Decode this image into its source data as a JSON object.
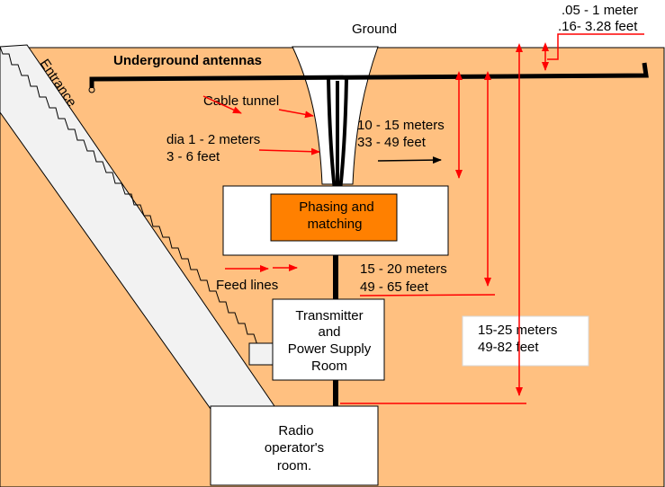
{
  "labels": {
    "ground": "Ground",
    "underground_antennas": "Underground antennas",
    "entrance": "Entrance",
    "cable_tunnel": "Cable tunnel",
    "dia_meters": "dia 1 - 2 meters",
    "dia_feet": "3 - 6 feet",
    "depth_antenna_meters": ".05 - 1 meter",
    "depth_antenna_feet": ".16- 3.28 feet",
    "tunnel_length_meters": "10 - 15 meters",
    "tunnel_length_feet": "33 - 49 feet",
    "phasing_line1": "Phasing and",
    "phasing_line2": "matching",
    "feed_lines": "Feed lines",
    "feed_depth_meters": "15 - 20 meters",
    "feed_depth_feet": "49 - 65 feet",
    "transmitter_line1": "Transmitter",
    "transmitter_line2": "and",
    "transmitter_line3": "Power Supply",
    "transmitter_line4": "Room",
    "total_depth_meters": "15-25 meters",
    "total_depth_feet": "49-82 feet",
    "radio_line1": "Radio",
    "radio_line2": "operator's",
    "radio_line3": "room."
  },
  "colors": {
    "earth": "#ffc080",
    "tunnel": "#f2f2f2",
    "phasing": "#ff8000",
    "arrow": "#ff0000",
    "cable": "#000000",
    "room": "#ffffff"
  }
}
